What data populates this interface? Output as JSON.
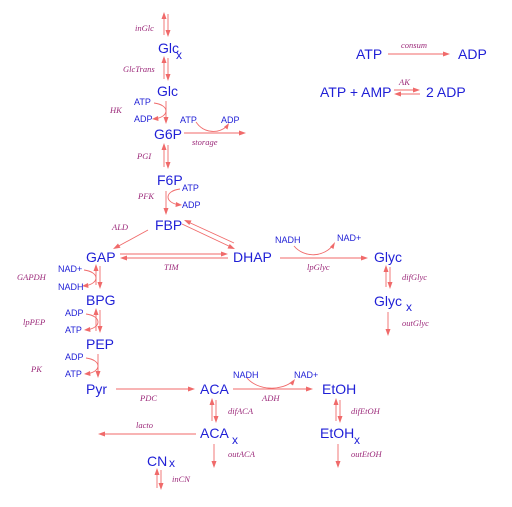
{
  "metabolites": {
    "glcx": "Glc",
    "glc": "Glc",
    "g6p": "G6P",
    "f6p": "F6P",
    "fbp": "FBP",
    "gap": "GAP",
    "dhap": "DHAP",
    "bpg": "BPG",
    "pep": "PEP",
    "pyr": "Pyr",
    "aca": "ACA",
    "acax": "ACA",
    "cnx": "CN",
    "etoh": "EtOH",
    "etohx": "EtOH",
    "glyc": "Glyc",
    "glycx": "Glyc"
  },
  "subscript": "x",
  "energy": {
    "atp1": "ATP",
    "adp1": "ADP",
    "atp_amp": "ATP + AMP",
    "two_adp": "2 ADP"
  },
  "cofactors": {
    "hk_atp": "ATP",
    "hk_adp": "ADP",
    "st_atp": "ATP",
    "st_adp": "ADP",
    "pfk_atp": "ATP",
    "pfk_adp": "ADP",
    "gapdh_nad": "NAD+",
    "gapdh_nadh": "NADH",
    "lppep_adp": "ADP",
    "lppep_atp": "ATP",
    "pk_adp": "ADP",
    "pk_atp": "ATP",
    "lpglyc_nadh": "NADH",
    "lpglyc_nad": "NAD+",
    "adh_nadh": "NADH",
    "adh_nad": "NAD+"
  },
  "enzymes": {
    "inglc": "inGlc",
    "glctrans": "GlcTrans",
    "hk": "HK",
    "storage": "storage",
    "pgi": "PGI",
    "pfk": "PFK",
    "ald": "ALD",
    "tim": "TIM",
    "gapdh": "GAPDH",
    "lppep": "lpPEP",
    "pk": "PK",
    "pdc": "PDC",
    "adh": "ADH",
    "difaca": "difACA",
    "outaca": "outACA",
    "lacto": "lacto",
    "incn": "inCN",
    "difetoh": "difEtOH",
    "outetoh": "outEtOH",
    "lpglyc": "lpGlyc",
    "difglyc": "difGlyc",
    "outglyc": "outGlyc",
    "consum": "consum",
    "ak": "AK"
  },
  "colors": {
    "metabolite": "#1f1fd6",
    "enzyme_label": "#9c2a7a",
    "reaction_arrow": "#f06a6a"
  }
}
